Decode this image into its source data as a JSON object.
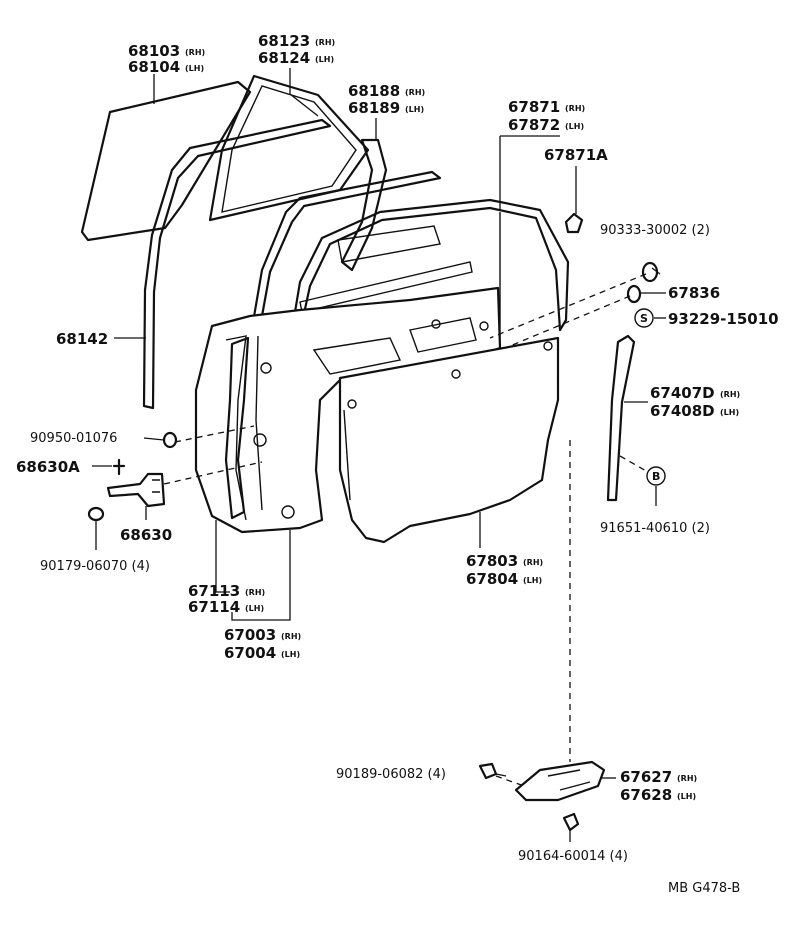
{
  "labels": {
    "p68103": {
      "num": "68103",
      "side": "(RH)"
    },
    "p68104": {
      "num": "68104",
      "side": "(LH)"
    },
    "p68123": {
      "num": "68123",
      "side": "(RH)"
    },
    "p68124": {
      "num": "68124",
      "side": "(LH)"
    },
    "p68188": {
      "num": "68188",
      "side": "(RH)"
    },
    "p68189": {
      "num": "68189",
      "side": "(LH)"
    },
    "p67871": {
      "num": "67871",
      "side": "(RH)"
    },
    "p67872": {
      "num": "67872",
      "side": "(LH)"
    },
    "p67871A": {
      "num": "67871A"
    },
    "p90333": {
      "num": "90333-30002 (2)"
    },
    "p67836": {
      "num": "67836"
    },
    "p93229": {
      "num": "93229-15010",
      "symbol": "S"
    },
    "p68142": {
      "num": "68142"
    },
    "p67407D": {
      "num": "67407D",
      "side": "(RH)"
    },
    "p67408D": {
      "num": "67408D",
      "side": "(LH)"
    },
    "p90950": {
      "num": "90950-01076"
    },
    "p68630A": {
      "num": "68630A"
    },
    "p68630": {
      "num": "68630"
    },
    "p91651": {
      "num": "91651-40610 (2)",
      "symbol": "B"
    },
    "p90179": {
      "num": "90179-06070 (4)"
    },
    "p67113": {
      "num": "67113",
      "side": "(RH)"
    },
    "p67114": {
      "num": "67114",
      "side": "(LH)"
    },
    "p67003": {
      "num": "67003",
      "side": "(RH)"
    },
    "p67004": {
      "num": "67004",
      "side": "(LH)"
    },
    "p67803": {
      "num": "67803",
      "side": "(RH)"
    },
    "p67804": {
      "num": "67804",
      "side": "(LH)"
    },
    "p90189": {
      "num": "90189-06082 (4)"
    },
    "p67627": {
      "num": "67627",
      "side": "(RH)"
    },
    "p67628": {
      "num": "67628",
      "side": "(LH)"
    },
    "p90164": {
      "num": "90164-60014 (4)"
    }
  },
  "diagram_code": "MB G478-B"
}
